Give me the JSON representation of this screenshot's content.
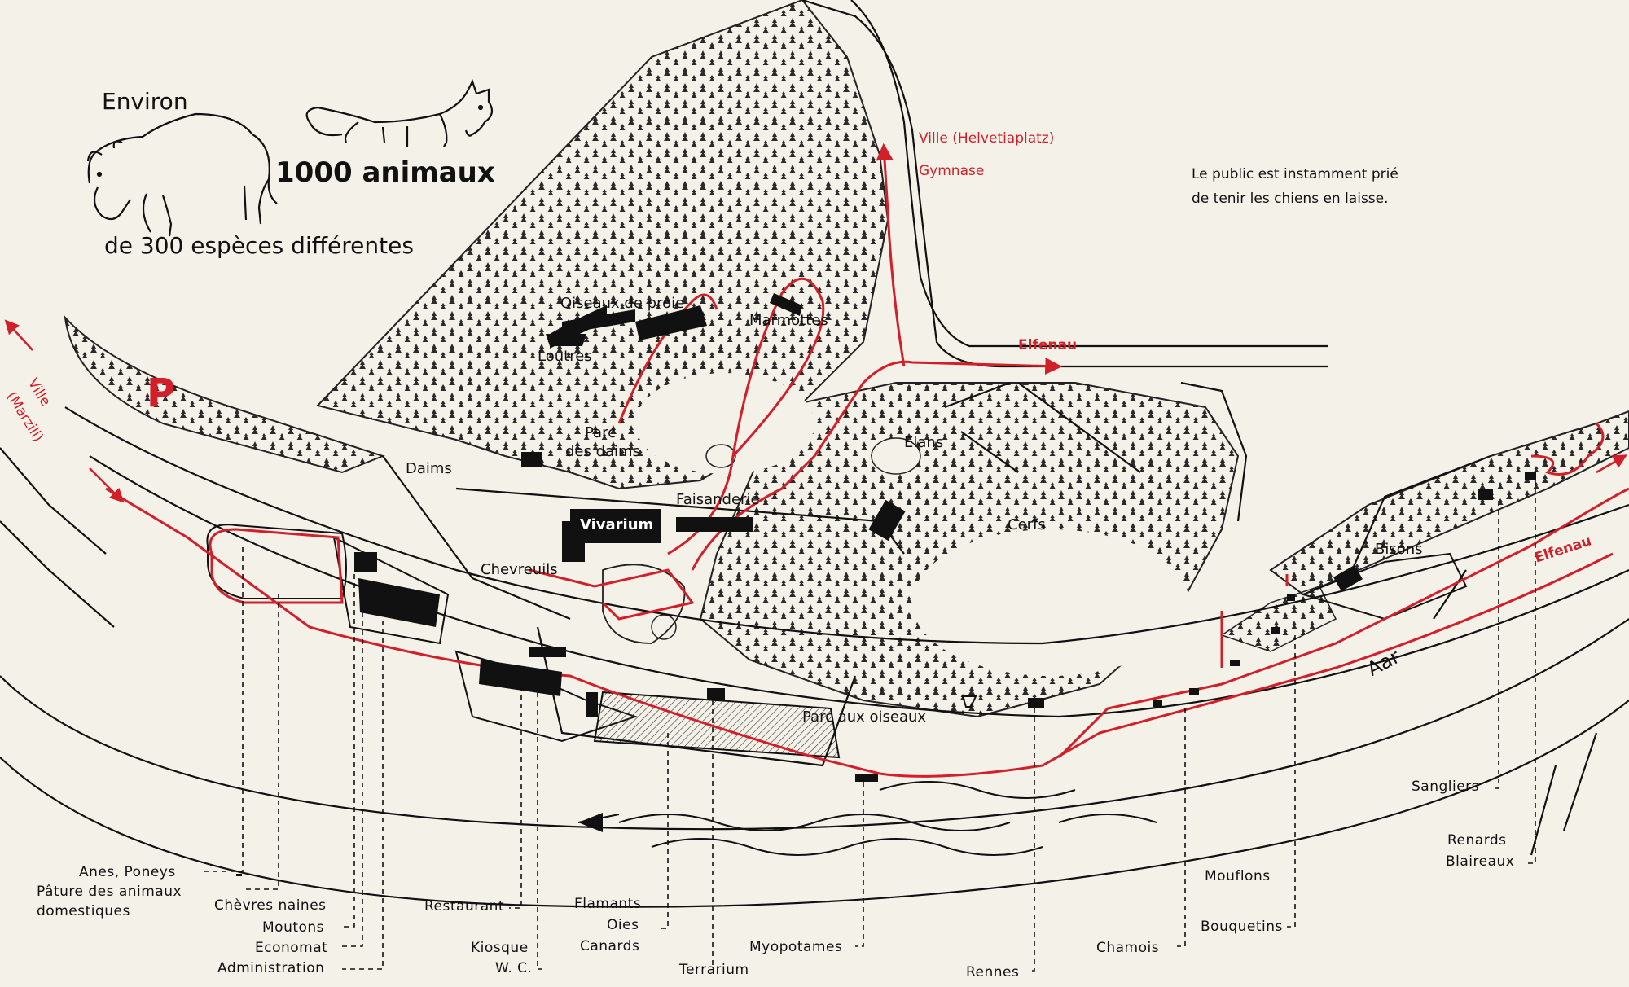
{
  "header": {
    "line1": "Environ",
    "line2": "1000 animaux",
    "line3": "de 300 espèces différentes"
  },
  "notice": {
    "line1": "Le public est instamment prié",
    "line2": "de tenir les chiens en laisse."
  },
  "routes": {
    "ville_helvetiaplatz": "Ville (Helvetiaplatz)",
    "gymnase": "Gymnase",
    "elfenau_top": "Elfenau",
    "elfenau_right": "Elfenau",
    "ville_marzili_1": "Ville",
    "ville_marzili_2": "(Marzili)"
  },
  "parking": "P",
  "river": "Aar",
  "vivarium": "Vivarium",
  "areas": {
    "oiseaux_de_proie": "Oiseaux de proie",
    "marmottes": "Marmottes",
    "loutres": "Loutres",
    "parc_des_daims_1": "Parc",
    "parc_des_daims_2": "des daims",
    "daims": "Daims",
    "chevreuils": "Chevreuils",
    "faisanderie": "Faisanderie",
    "elans": "Elans",
    "cerfs": "Cerfs",
    "bisons": "Bisons",
    "parc_aux_oiseaux": "Parc aux oiseaux"
  },
  "callouts": {
    "anes_poneys": "Anes, Poneys",
    "pature_1": "Pâture des animaux",
    "pature_2": "domestiques",
    "chevres_naines": "Chèvres naines",
    "moutons": "Moutons",
    "economat": "Economat",
    "administration": "Administration",
    "restaurant": "Restaurant",
    "kiosque": "Kiosque",
    "wc": "W. C.",
    "flamants": "Flamants",
    "oies": "Oies",
    "canards": "Canards",
    "terrarium": "Terrarium",
    "myopotames": "Myopotames",
    "rennes": "Rennes",
    "chamois": "Chamois",
    "mouflons": "Mouflons",
    "bouquetins": "Bouquetins",
    "sangliers": "Sangliers",
    "renards": "Renards",
    "blaireaux": "Blaireaux"
  },
  "colors": {
    "path_red": "#d21f2a",
    "ink": "#111111",
    "paper": "#f3f1e8"
  }
}
